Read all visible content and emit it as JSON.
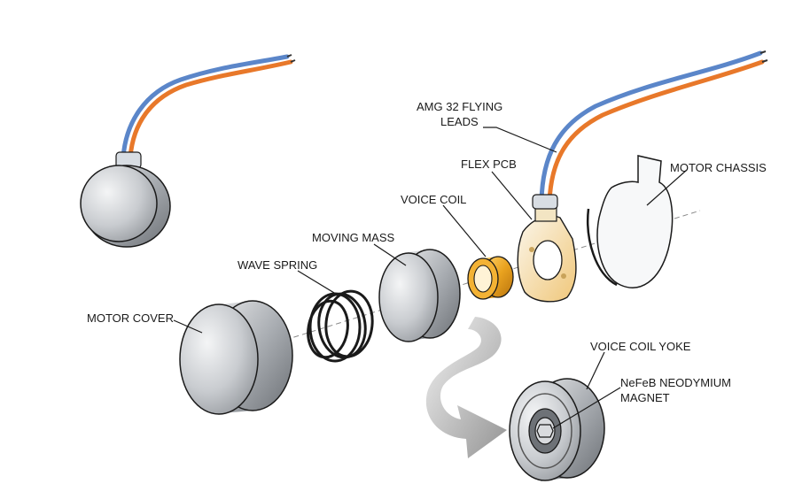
{
  "labels": {
    "flying_leads_line1": "AMG 32 FLYING",
    "flying_leads_line2": "LEADS",
    "flex_pcb": "FLEX PCB",
    "motor_chassis": "MOTOR CHASSIS",
    "voice_coil": "VOICE COIL",
    "moving_mass": "MOVING MASS",
    "wave_spring": "WAVE SPRING",
    "motor_cover": "MOTOR COVER",
    "voice_coil_yoke": "VOICE COIL YOKE",
    "magnet_line1": "NeFeB NEODYMIUM",
    "magnet_line2": "MAGNET"
  },
  "colors": {
    "wire_orange": "#e8782a",
    "wire_blue": "#5b86c9",
    "coil_gold": "#e9a21f",
    "metal": "#bfc2c6",
    "outline": "#1a1a1a"
  }
}
